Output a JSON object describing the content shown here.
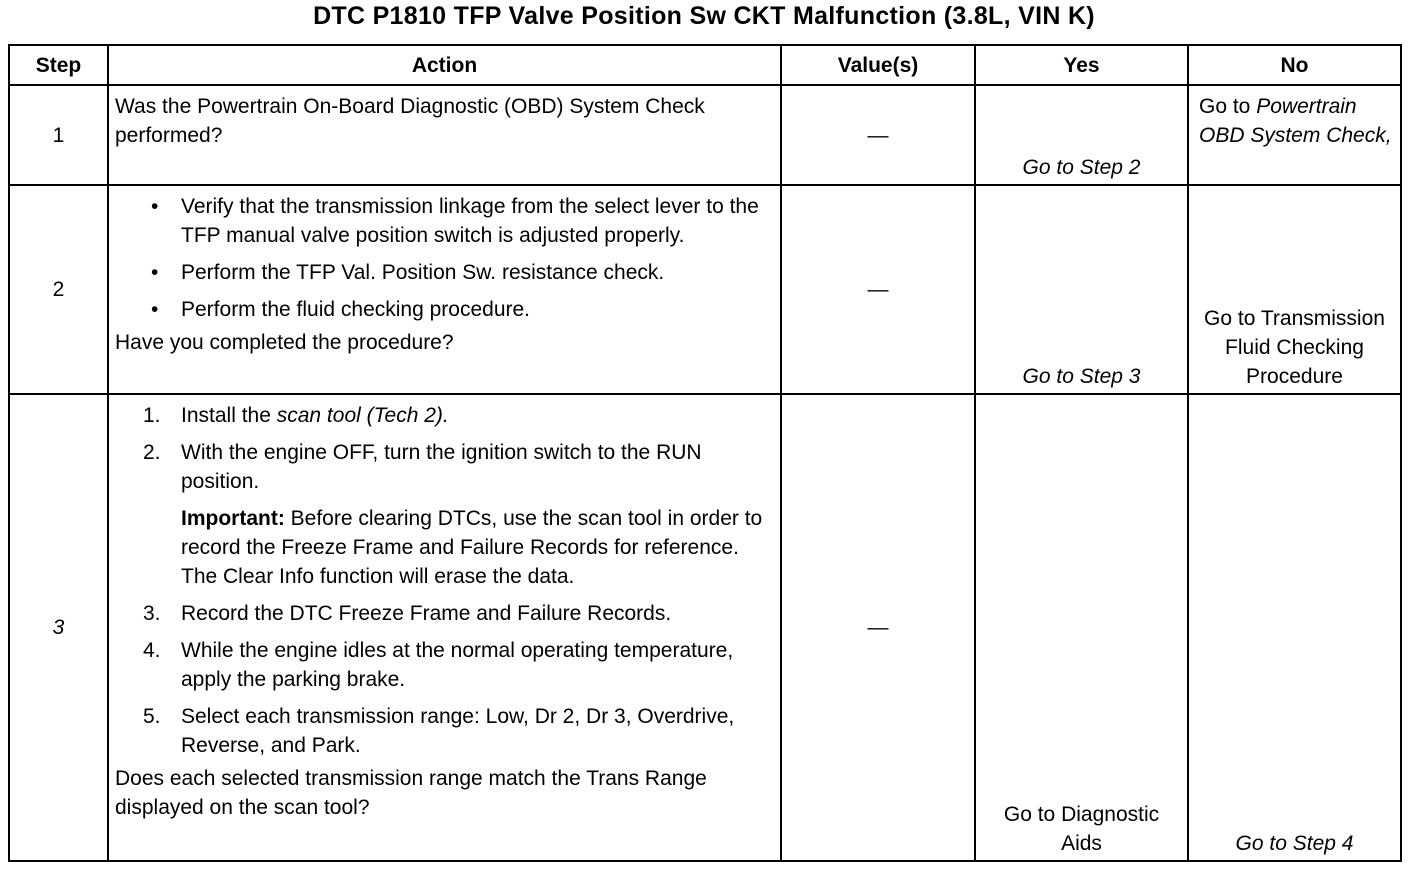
{
  "title": "DTC P1810 TFP Valve Position Sw CKT Malfunction (3.8L, VIN K)",
  "headers": {
    "step": "Step",
    "action": "Action",
    "values": "Value(s)",
    "yes": "Yes",
    "no": "No"
  },
  "rows": [
    {
      "step": "1",
      "action_text": "Was the Powertrain On-Board Diagnostic (OBD) System Check performed?",
      "value": "—",
      "yes": "Go to Step 2",
      "no_prefix": "Go to",
      "no_italic": "Powertrain OBD System Check,"
    },
    {
      "step": "2",
      "bullets": [
        "Verify that the transmission linkage from the select lever to the TFP manual valve position switch is adjusted properly.",
        "Perform the TFP Val. Position Sw. resistance check.",
        "Perform the fluid checking procedure."
      ],
      "question": "Have you completed the procedure?",
      "value": "—",
      "yes": "Go to Step 3",
      "no": "Go to Transmission Fluid Checking Procedure"
    },
    {
      "step": "3",
      "item1_prefix": "Install the ",
      "item1_italic": "scan tool (Tech 2).",
      "item2": "With the engine OFF, turn the ignition switch to the RUN position.",
      "important_label": "Important:",
      "important_text": " Before clearing DTCs, use the scan tool in order to record the Freeze Frame and Failure Records for reference. The Clear Info function will erase the data.",
      "item3": "Record the DTC Freeze Frame and Failure Records.",
      "item4": "While the engine idles at the normal operating temperature, apply the parking brake.",
      "item5": "Select each transmission range: Low, Dr 2, Dr 3, Overdrive, Reverse, and Park.",
      "question": "Does each selected transmission range match the Trans Range displayed on the scan tool?",
      "value": "—",
      "yes": "Go to Diagnostic Aids",
      "no": "Go to Step 4"
    }
  ],
  "labels": {
    "bullet": "•",
    "n1": "1.",
    "n2": "2.",
    "n3": "3.",
    "n4": "4.",
    "n5": "5."
  }
}
